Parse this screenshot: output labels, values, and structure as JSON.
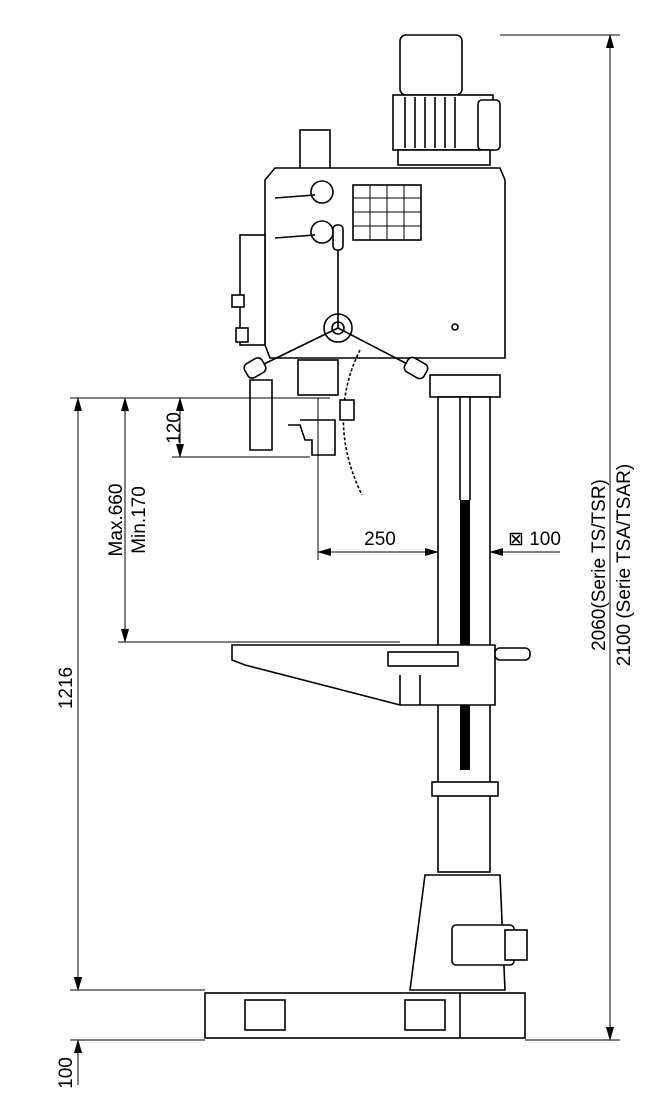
{
  "dimensions": {
    "stroke_120": "120",
    "max_travel": "Max.660",
    "min_travel": "Min.170",
    "throat_depth": "250",
    "column_size": "⊠ 100",
    "table_height": "1216",
    "base_height": "100",
    "height_ts": "2060(Serie TS/TSR)",
    "height_tsa": "2100 (Serie TSA/TSAR)"
  },
  "colors": {
    "line": "#000000",
    "background": "#ffffff"
  }
}
